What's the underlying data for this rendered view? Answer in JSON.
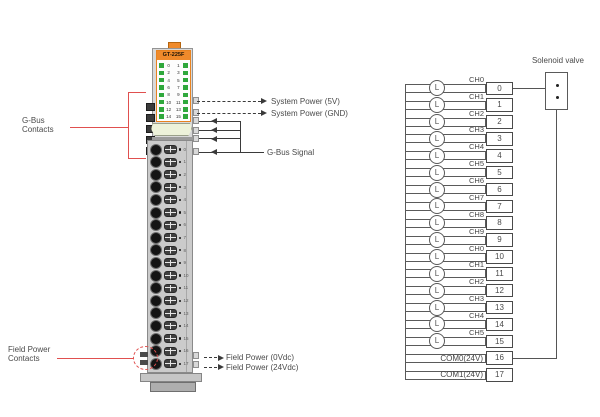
{
  "module": {
    "model": "GT-225F",
    "led_pairs": [
      [
        "0",
        "1"
      ],
      [
        "2",
        "3"
      ],
      [
        "4",
        "5"
      ],
      [
        "6",
        "7"
      ],
      [
        "8",
        "9"
      ],
      [
        "10",
        "11"
      ],
      [
        "12",
        "13"
      ],
      [
        "14",
        "15"
      ]
    ],
    "terminals": [
      "0",
      "1",
      "2",
      "3",
      "4",
      "5",
      "6",
      "7",
      "8",
      "9",
      "10",
      "11",
      "12",
      "13",
      "14",
      "15",
      "16",
      "17"
    ],
    "callouts": {
      "gbus_line1": "G-Bus",
      "gbus_line2": "Contacts",
      "field_line1": "Field Power",
      "field_line2": "Contacts",
      "system_power_5v": "System Power (5V)",
      "system_power_gnd": "System Power (GND)",
      "gbus_signal": "G-Bus Signal",
      "field_power_0v": "Field Power (0Vdc)",
      "field_power_24v": "Field Power (24Vdc)"
    }
  },
  "wiring": {
    "solenoid_label": "Solenoid valve",
    "load_symbol": "L",
    "rows": [
      {
        "label": "CH0",
        "terminal": "0",
        "load": true
      },
      {
        "label": "CH1",
        "terminal": "1",
        "load": true
      },
      {
        "label": "CH2",
        "terminal": "2",
        "load": true
      },
      {
        "label": "CH3",
        "terminal": "3",
        "load": true
      },
      {
        "label": "CH4",
        "terminal": "4",
        "load": true
      },
      {
        "label": "CH5",
        "terminal": "5",
        "load": true
      },
      {
        "label": "CH6",
        "terminal": "6",
        "load": true
      },
      {
        "label": "CH7",
        "terminal": "7",
        "load": true
      },
      {
        "label": "CH8",
        "terminal": "8",
        "load": true
      },
      {
        "label": "CH9",
        "terminal": "9",
        "load": true
      },
      {
        "label": "CH0",
        "terminal": "10",
        "load": true
      },
      {
        "label": "CH1",
        "terminal": "11",
        "load": true
      },
      {
        "label": "CH2",
        "terminal": "12",
        "load": true
      },
      {
        "label": "CH3",
        "terminal": "13",
        "load": true
      },
      {
        "label": "CH4",
        "terminal": "14",
        "load": true
      },
      {
        "label": "CH5",
        "terminal": "15",
        "load": true
      },
      {
        "label": "COM0(24V)",
        "terminal": "16",
        "load": false
      },
      {
        "label": "COM1(24V)",
        "terminal": "17",
        "load": false
      }
    ]
  },
  "colors": {
    "accent_orange": "#ef8a2b",
    "led_green": "#2fa83c",
    "callout_red": "#e0504f",
    "diagram_line": "#555555",
    "text": "#4a4a4a"
  }
}
